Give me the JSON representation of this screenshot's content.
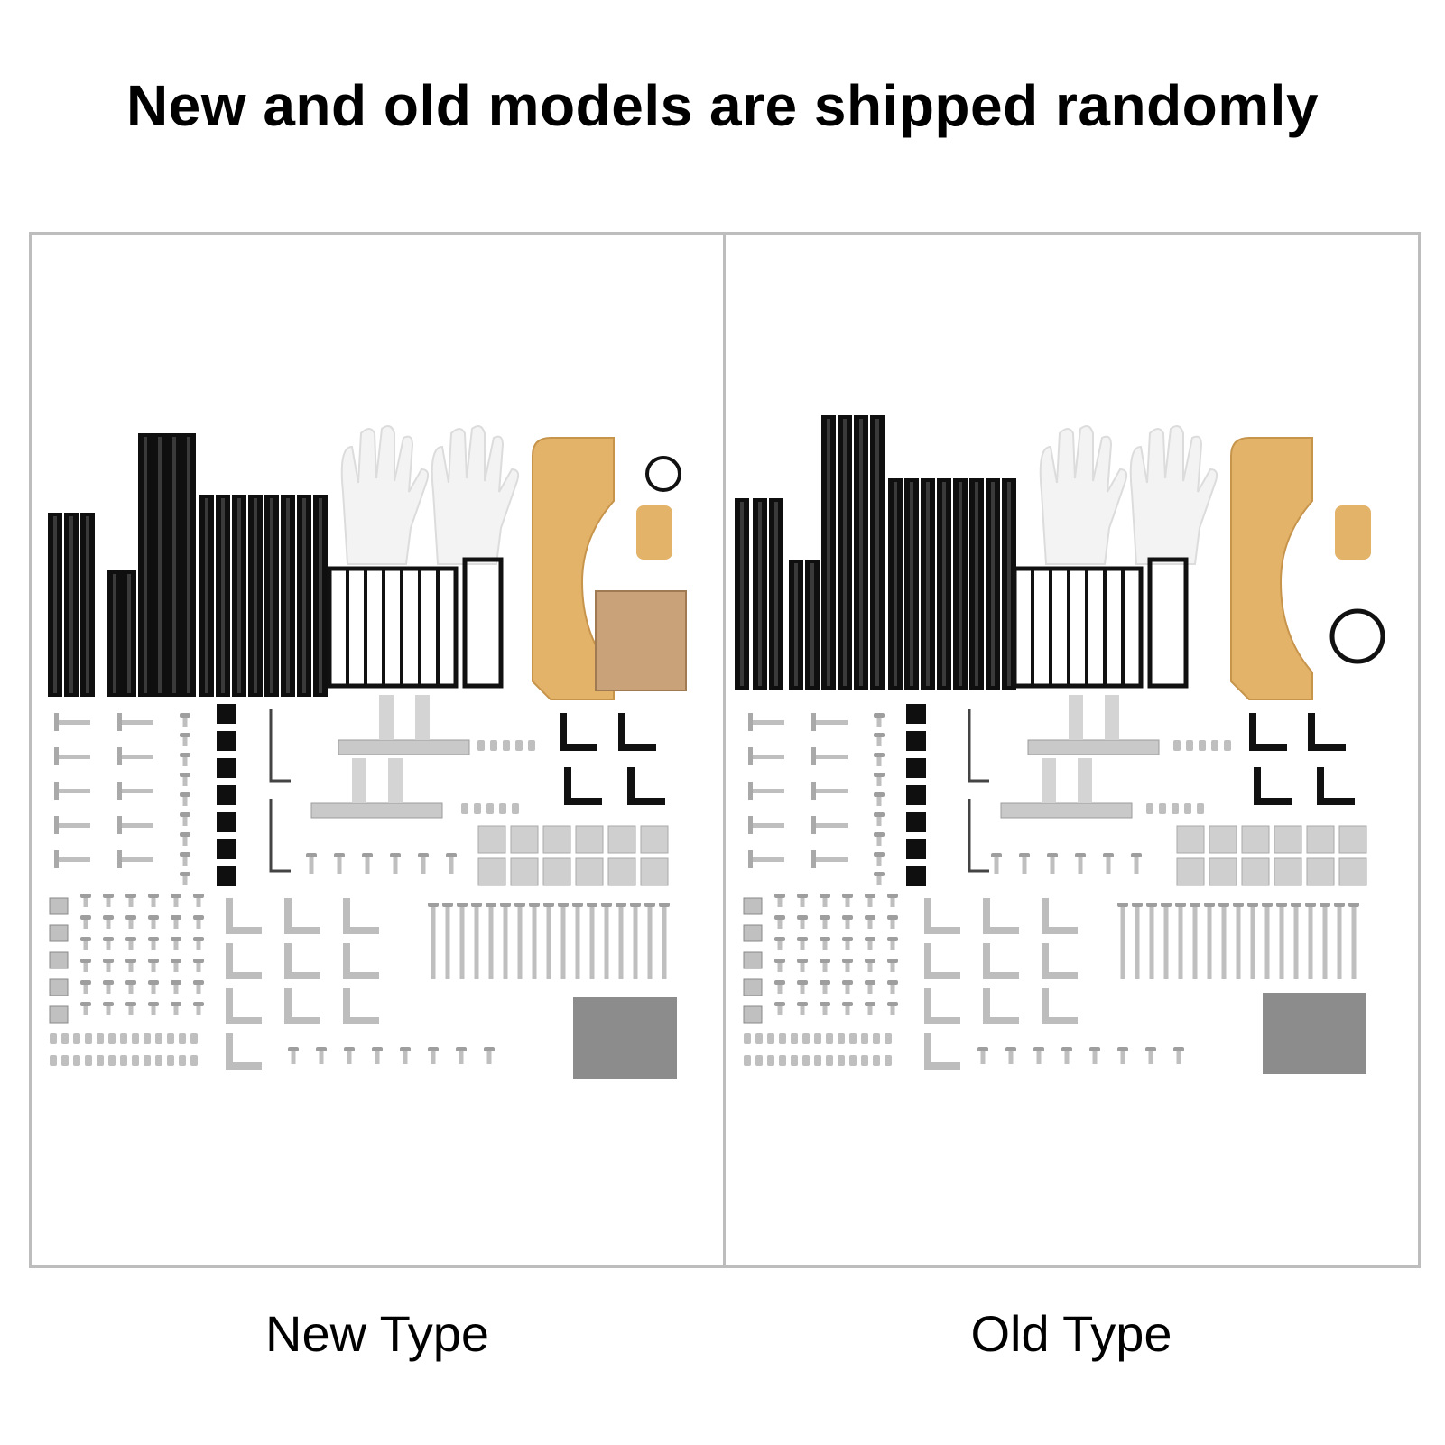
{
  "header": {
    "title": "New and old models are shipped randomly"
  },
  "panels": [
    {
      "label": "New Type",
      "variant": "new"
    },
    {
      "label": "Old Type",
      "variant": "old"
    }
  ],
  "colors": {
    "extrusion": "#0f0f0f",
    "acrylic": "#e3b36a",
    "glove": "#f3f3f3",
    "metal": "#bfbfbf",
    "felt": "#8c8c8c",
    "border": "#bdbdbd"
  }
}
